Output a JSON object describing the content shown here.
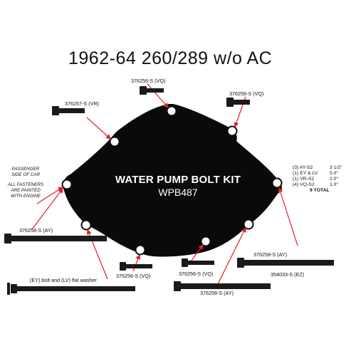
{
  "title": "1962-64 260/289 w/o AC",
  "kit": {
    "name": "WATER PUMP BOLT KIT",
    "code": "WPB487"
  },
  "notes": {
    "passenger": [
      "PASSENGER",
      "SIDE OF CAR"
    ],
    "fasteners": [
      "ALL FASTENERS",
      "ARE PAINTED",
      "WITH ENGINE"
    ]
  },
  "bolt_labels": {
    "top_vq": "376256-S (VQ)",
    "top_left_vr": "376257-S (VR)",
    "top_right_vq": "376256-S (VQ)",
    "left_ay": "376258-S (AY)",
    "bottom_left_vq": "376256-S (VQ)",
    "bottom_mid_vq": "376256-S (VQ)",
    "right_ay": "376258-S (AY)",
    "right_ez": "354033-S (EZ)",
    "bottom_ay": "376258-S (AY)",
    "washer": "(EY) bolt and (LV) flat washer"
  },
  "spec_table": [
    {
      "qty": "(3) AY-S2",
      "len": "3 1/2\""
    },
    {
      "qty": "(1) EY & LV",
      "len": "5.0\""
    },
    {
      "qty": "(1) VR-S2",
      "len": "2.0\""
    },
    {
      "qty": "(4) VQ-S2",
      "len": "1.0\""
    }
  ],
  "total": "9 TOTAL",
  "colors": {
    "plate": "#0a0a0a",
    "arrow": "#e0202a",
    "bolt": "#1a1a1a",
    "background": "#ffffff"
  }
}
